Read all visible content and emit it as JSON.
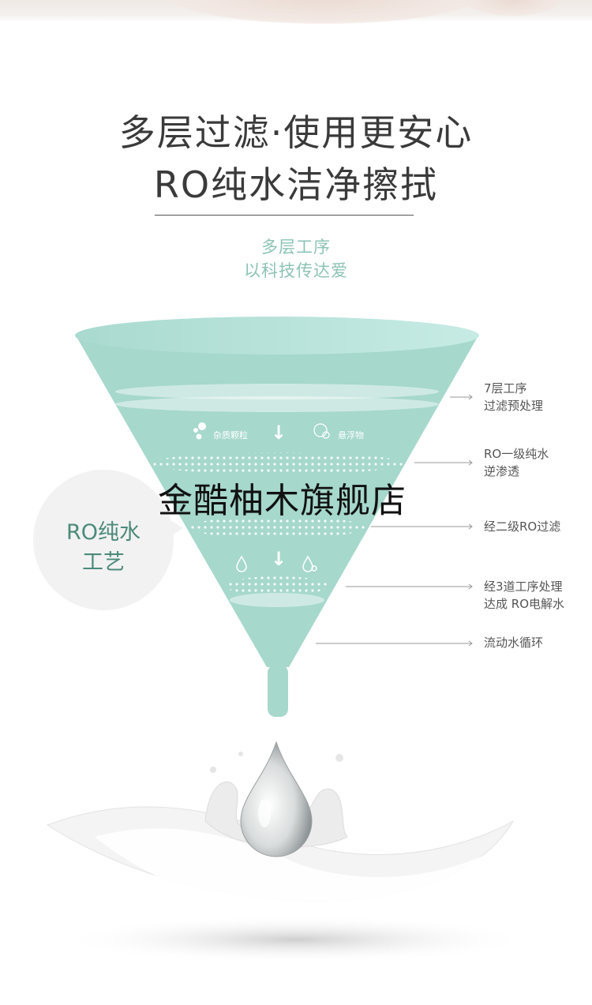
{
  "headline": {
    "line1": "多层过滤·使用更安心",
    "line2": "RO纯水洁净擦拭"
  },
  "subtitle": {
    "line1": "多层工序",
    "line2": "以科技传达爱"
  },
  "funnel": {
    "items_top": {
      "impurities": "杂质颗粒",
      "suspended": "悬浮物"
    }
  },
  "bubble": {
    "line1": "RO纯水",
    "line2": "工艺"
  },
  "watermark": "金酷柚木旗舰店",
  "process_labels": [
    {
      "line1": "7层工序",
      "line2": "过滤预处理"
    },
    {
      "line1": "RO一级纯水",
      "line2": "逆渗透"
    },
    {
      "line1": "经二级RO过滤",
      "line2": ""
    },
    {
      "line1": "经3道工序处理",
      "line2": "达成 RO电解水"
    },
    {
      "line1": "流动水循环",
      "line2": ""
    }
  ],
  "colors": {
    "funnel": "#a6d8cc",
    "funnel_rim": "#c4e8e0",
    "accent_text": "#8cc3b6",
    "bubble_text": "#4b8a7a"
  },
  "icons": [
    "particles-icon",
    "down-arrow-icon",
    "bubble-icon",
    "water-drop-icon",
    "milk-splash-icon"
  ]
}
